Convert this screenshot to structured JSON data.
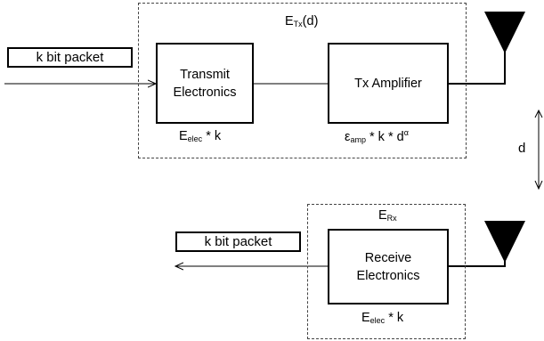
{
  "tx": {
    "packet_label": "k bit packet",
    "title_main": "E",
    "title_sub": "Tx",
    "title_suffix": "(d)",
    "transmit_line1": "Transmit",
    "transmit_line2": "Electronics",
    "amp_label": "Tx Amplifier",
    "elec_eq_main": "E",
    "elec_eq_sub": "elec",
    "elec_eq_rest": " * k",
    "amp_eq_main": "ε",
    "amp_eq_sub": "amp",
    "amp_eq_rest": " * k * d",
    "amp_eq_sup": "α"
  },
  "distance_label": "d",
  "rx": {
    "packet_label": "k bit packet",
    "title_main": "E",
    "title_sub": "Rx",
    "receive_line1": "Receive",
    "receive_line2": "Electronics",
    "elec_eq_main": "E",
    "elec_eq_sub": "elec",
    "elec_eq_rest": " * k"
  }
}
